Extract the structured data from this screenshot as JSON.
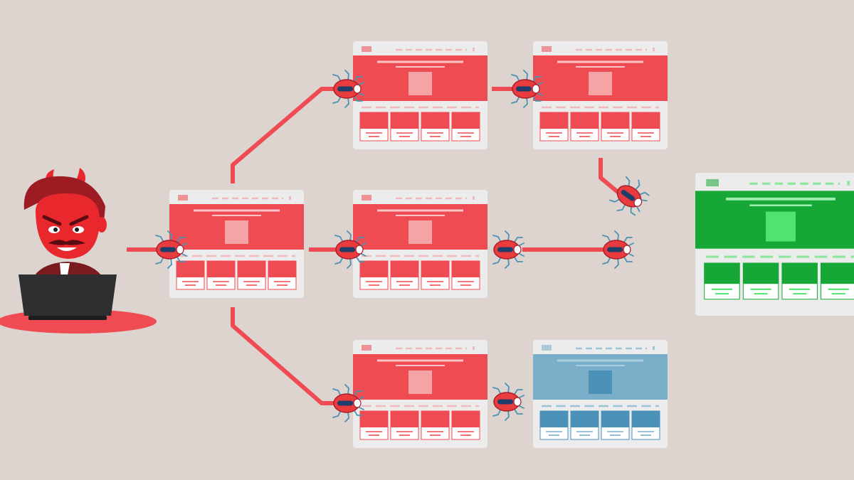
{
  "colors": {
    "background": "#ddd3cf",
    "infected": "#ef4b52",
    "infected_light": "#f6a3a5",
    "clean": "#16a736",
    "clean_light": "#4fe36f",
    "pending": "#7aaec9",
    "pending_dark": "#4b91b8",
    "frame": "#ececec",
    "bug_body": "#ea3c3f",
    "bug_legs": "#4a93b5",
    "devil_skin": "#e8282d",
    "laptop": "#2d2f31"
  },
  "icons": {
    "attacker": "hacker-devil-icon",
    "bug": "bug-icon",
    "site": "website-wireframe-icon",
    "laptop": "laptop-icon"
  },
  "sites": [
    {
      "name": "site-entry",
      "status": "infected"
    },
    {
      "name": "site-top-middle",
      "status": "infected"
    },
    {
      "name": "site-top-right",
      "status": "infected"
    },
    {
      "name": "site-center",
      "status": "infected"
    },
    {
      "name": "site-bottom-middle",
      "status": "infected"
    },
    {
      "name": "site-bottom-right",
      "status": "pending"
    },
    {
      "name": "site-target",
      "status": "clean"
    }
  ]
}
